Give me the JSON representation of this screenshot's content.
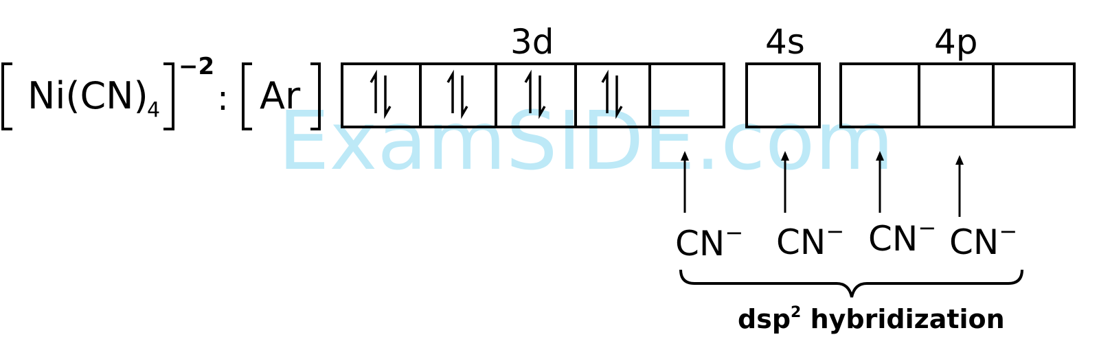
{
  "complex": {
    "formula_main": "Ni(CN)",
    "formula_sub": "4",
    "charge": "−2",
    "colon": ":",
    "core": "Ar"
  },
  "orbitals": {
    "d_label": "3d",
    "s_label": "4s",
    "p_label": "4p",
    "d_boxes": [
      "1l",
      "1l",
      "1l",
      "1l",
      ""
    ],
    "s_boxes": [
      ""
    ],
    "p_boxes": [
      "",
      "",
      ""
    ]
  },
  "ligands": {
    "items": [
      "CN",
      "CN",
      "CN",
      "CN"
    ],
    "superscript": "−"
  },
  "hybridization": {
    "prefix": "dsp",
    "superscript": "2",
    "suffix": " hybridization"
  },
  "watermark": "ExamSIDE.com"
}
